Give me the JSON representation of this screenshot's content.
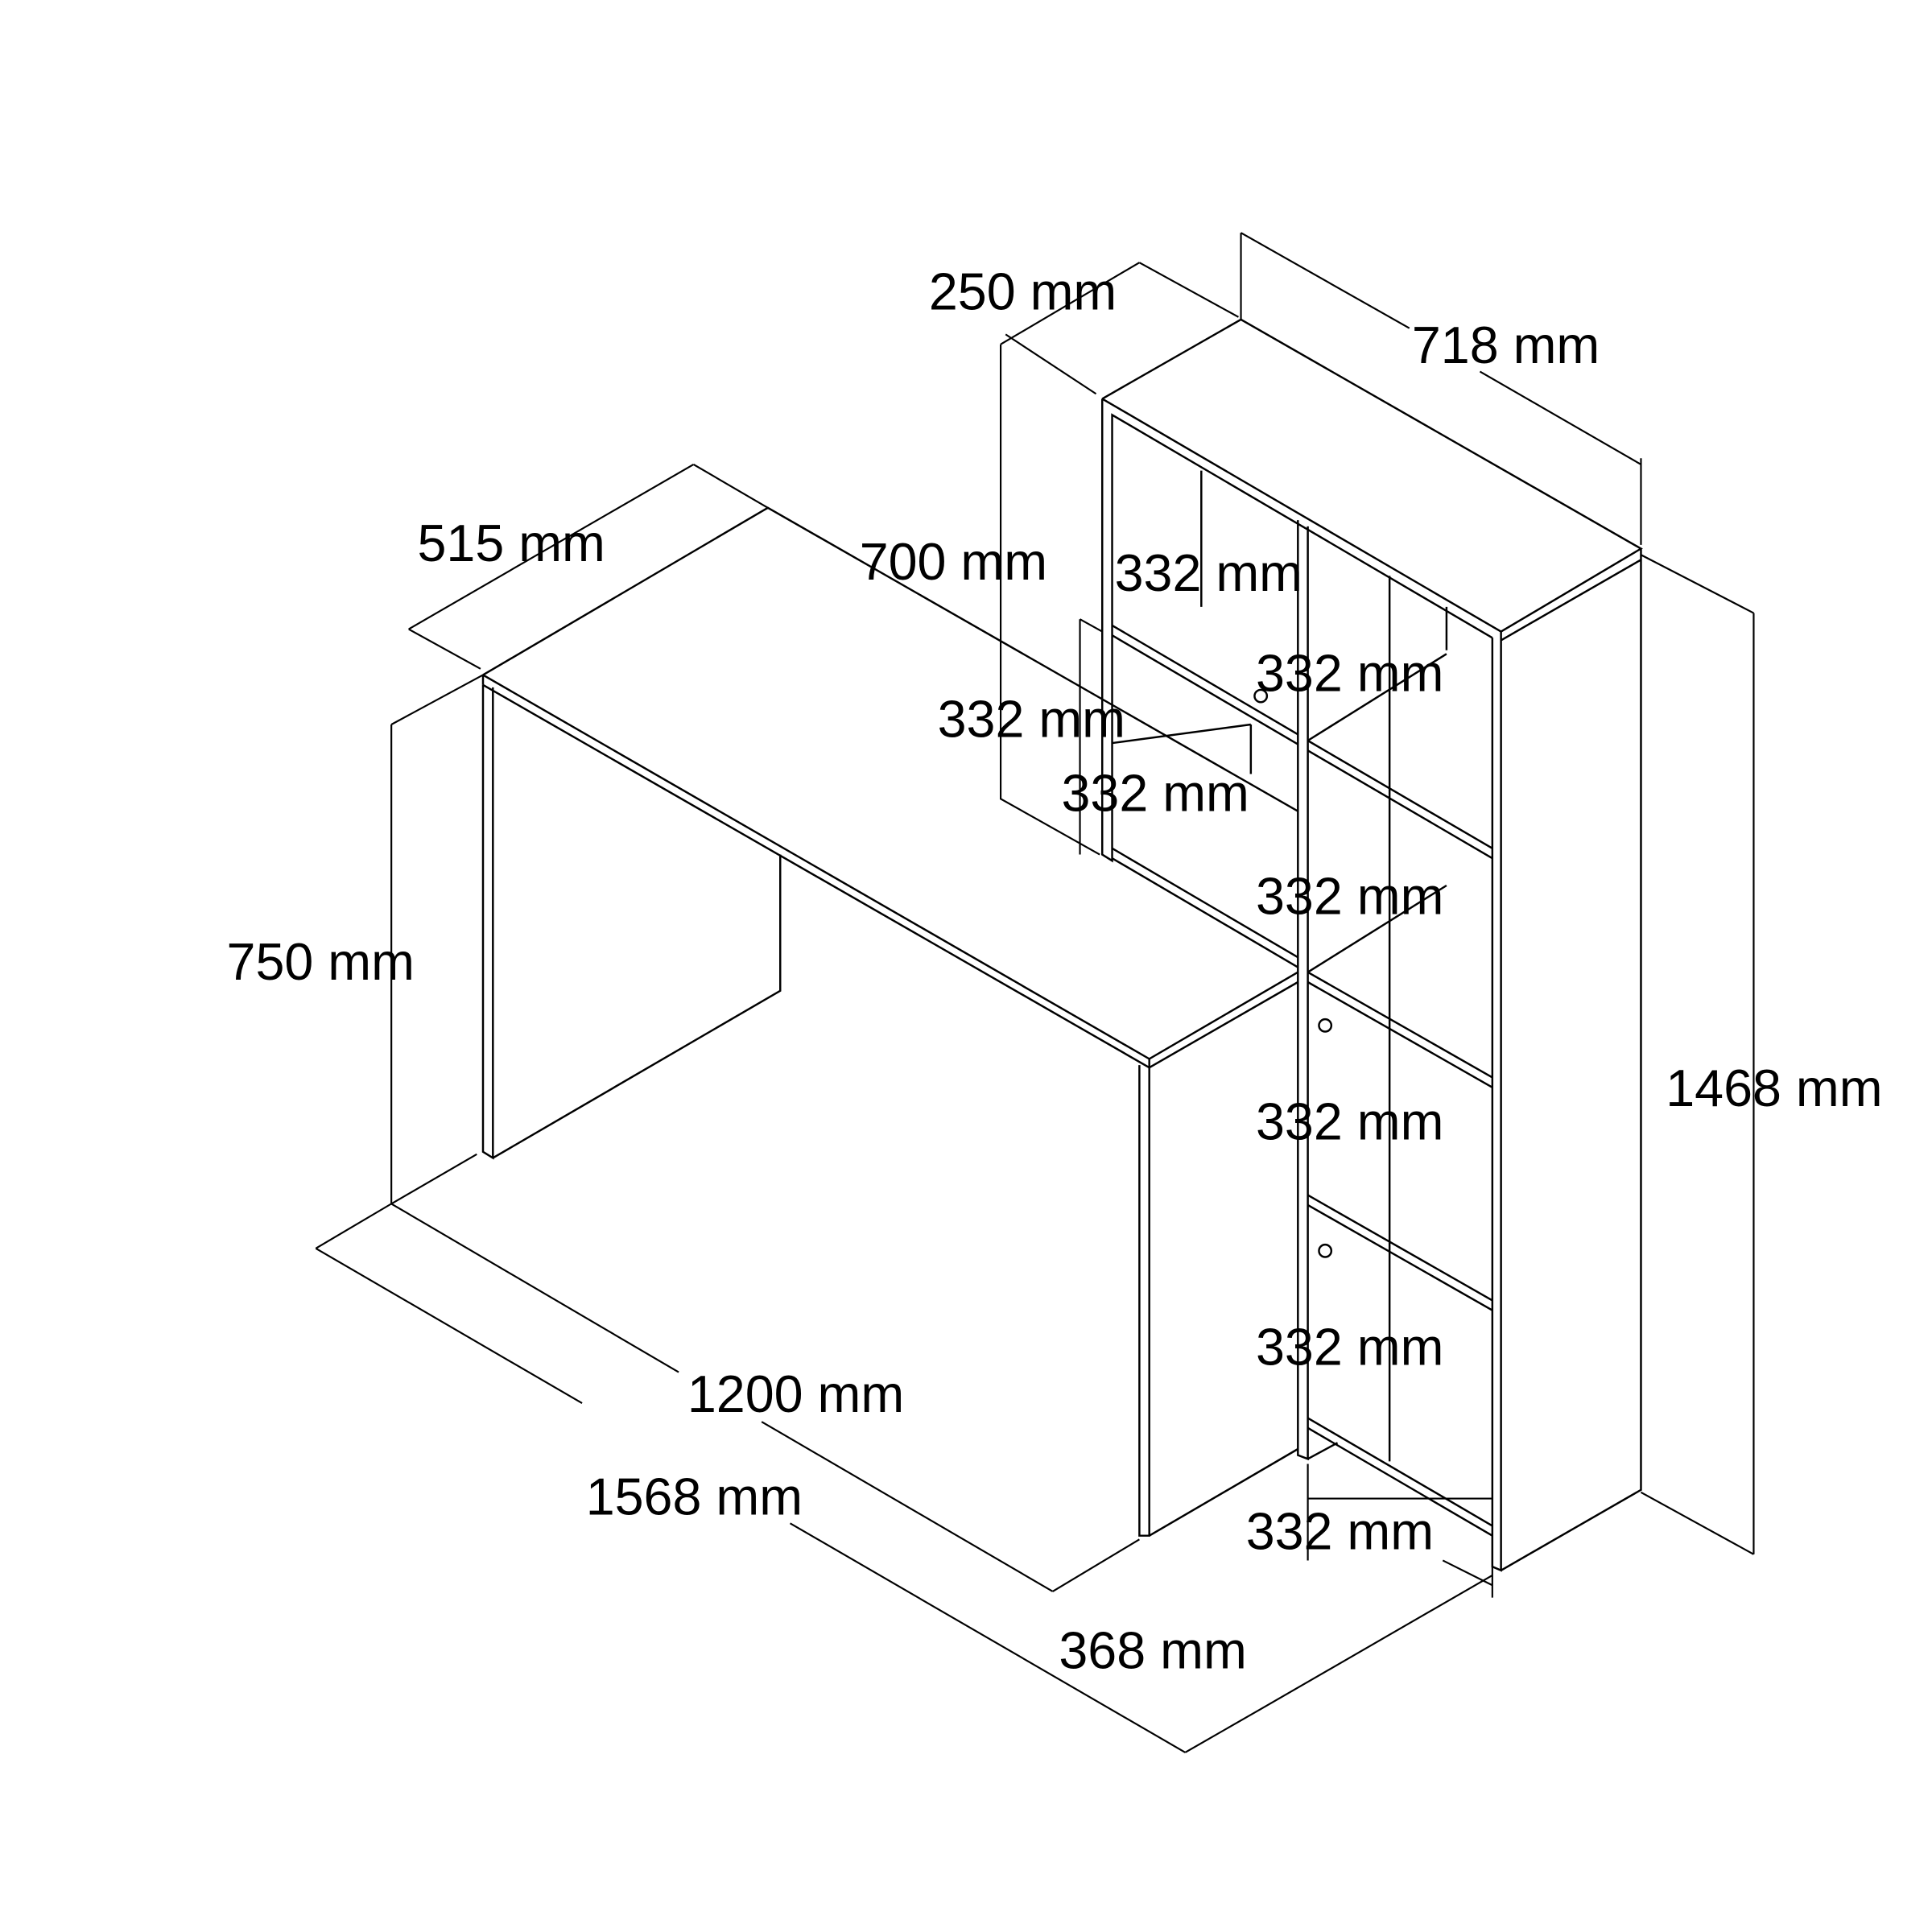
{
  "title": "Desk with bookcase dimension drawing",
  "dimensions": {
    "bookcase_depth": "250 mm",
    "bookcase_width": "718 mm",
    "desk_depth": "515 mm",
    "desk_inner_width": "700 mm",
    "compartment_top_left": "332 mm",
    "compartment_right_1": "332 mm",
    "compartment_left_height": "332 mm",
    "compartment_left_width": "332 mm",
    "compartment_right_2": "332 mm",
    "desk_height": "750 mm",
    "compartment_right_3": "332 mm",
    "bookcase_height": "1468 mm",
    "compartment_right_4": "332 mm",
    "desk_width": "1200 mm",
    "total_width": "1568 mm",
    "compartment_bottom_width": "332 mm",
    "bookcase_side_depth": "368 mm"
  },
  "colors": {
    "line": "#000000",
    "background": "#ffffff"
  }
}
